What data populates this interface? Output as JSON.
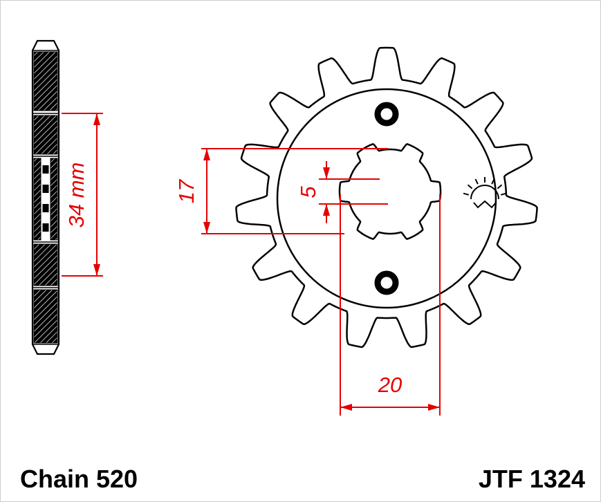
{
  "drawing_title": "Front sprocket technical drawing",
  "colors": {
    "background": "#ffffff",
    "outline": "#000000",
    "dimension": "#e60000"
  },
  "dimensions": {
    "dim_34": "34 mm",
    "dim_17": "17",
    "dim_5": "5",
    "dim_20": "20"
  },
  "footer": {
    "chain_label": "Chain 520",
    "part_number": "JTF 1324"
  },
  "sprocket": {
    "teeth": 15,
    "logo": "jt-rising-sun"
  }
}
